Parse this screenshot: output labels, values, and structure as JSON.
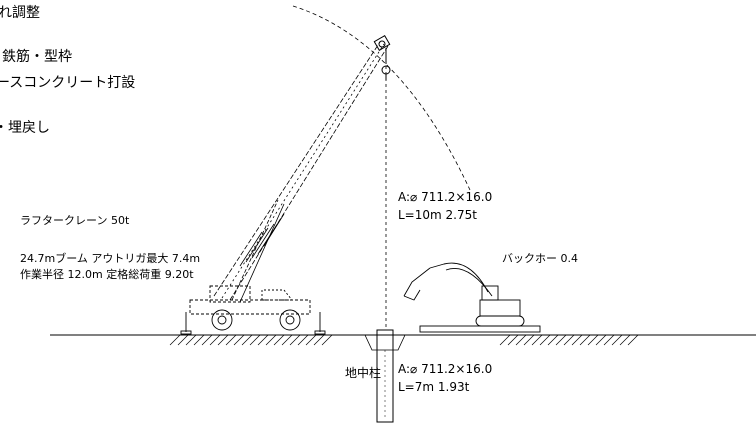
{
  "steps": [
    "れ調整",
    "鉄筋・型枠",
    "ースコンクリート打設",
    "・埋戻し"
  ],
  "crane": {
    "name": "ラフタークレーン 50t",
    "boom_line": "24.7mブーム アウトリガ最大 7.4m",
    "radius_line": "作業半径 12.0m 定格総荷重 9.20t"
  },
  "upper_pile": {
    "spec": "A:⌀ 711.2×16.0",
    "length_weight": "L=10m 2.75t"
  },
  "lower_pile": {
    "label": "地中柱",
    "spec": "A:⌀ 711.2×16.0",
    "length_weight": "L=7m 1.93t"
  },
  "backhoe": {
    "label": "バックホー 0.4"
  }
}
